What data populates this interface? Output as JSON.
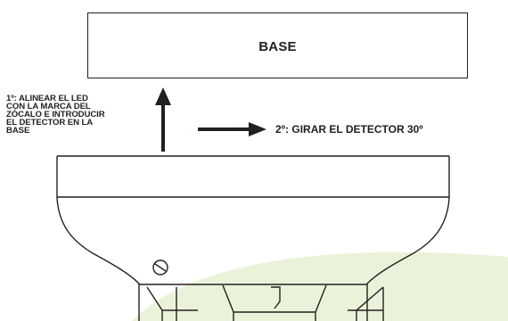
{
  "base": {
    "label": "BASE"
  },
  "instructions": {
    "step1": "1º: ALINEAR EL LED\nCON LA MARCA DEL\nZÓCALO E INTRODUCIR\nEL DETECTOR EN LA\nBASE",
    "step2": "2º: GIRAR EL DETECTOR 30º"
  },
  "colors": {
    "ink": "#231f20",
    "swoosh": "#e9f2d8"
  }
}
